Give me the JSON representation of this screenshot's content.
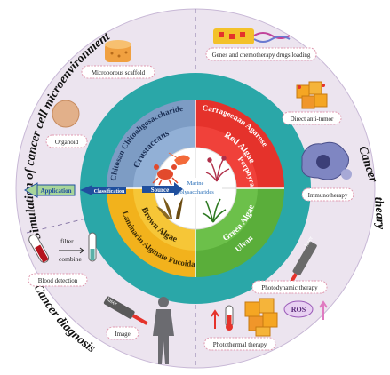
{
  "outer": {
    "simulation_title": "Simulation of cancer cell microenvironment",
    "therapy_title_1": "Cancer",
    "therapy_title_2": "theary",
    "diagnosis_title": "Cancer diagnosis"
  },
  "items": {
    "scaffold": "Microporous scaffold",
    "organoid": "Organoid",
    "genes": "Genes and chemotherapy drugs loading",
    "anti_tumor": "Direct anti-tumor",
    "immuno": "Immunotherapy",
    "photodynamic": "Photodynamic therapy",
    "ros": "ROS",
    "photothermal": "Photothermal therapy",
    "blood": "Blood detection",
    "filter": "filter",
    "combine": "combine",
    "image": "Image",
    "laser_1": "laser",
    "laser_2": "laser"
  },
  "arrows": {
    "application": "Application",
    "classification": "Classification",
    "source": "Source"
  },
  "center": {
    "line1": "Marine",
    "line2": "polysaccharides"
  },
  "quadrants": {
    "crustaceans": {
      "name": "Crustaceans",
      "polys": "Chitosan  Chitooligosaccharide",
      "color": "#7d9cc4"
    },
    "red_algae": {
      "name": "Red Algae",
      "polys_outer": "Carrageenan  Agarose",
      "polys_inner": "Porphyran",
      "color": "#e5322b"
    },
    "brown_algae": {
      "name": "Brown Algae",
      "polys_outer": "Laminarin  Alginate  Fucoidan",
      "color": "#f2b21c"
    },
    "green_algae": {
      "name": "Green Algae",
      "polys": "Ulvan",
      "color": "#5aae3a"
    }
  },
  "colors": {
    "outer_ring": "#ece4ef",
    "teal_ring": "#2aa7a8",
    "arrow_blue": "#1f4f9e",
    "app_green": "#a8d59a",
    "dashed_divider": "#8a7aa8"
  }
}
